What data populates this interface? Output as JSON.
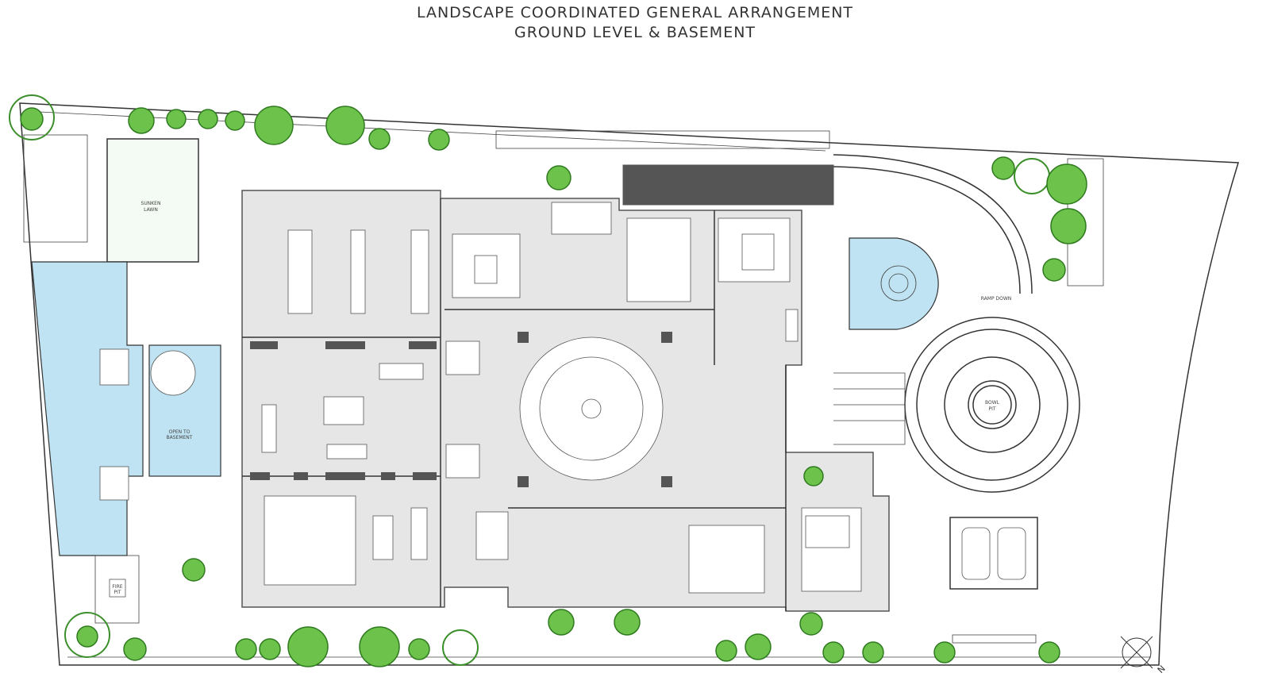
{
  "title": {
    "line1": "LANDSCAPE COORDINATED GENERAL ARRANGEMENT",
    "line2": "GROUND LEVEL & BASEMENT"
  },
  "labels": {
    "sunken_lawn": [
      "SUNKEN",
      "LAWN"
    ],
    "open_to_basement": [
      "OPEN TO",
      "BASEMENT"
    ],
    "fire_pit": [
      "FIRE",
      "PIT"
    ],
    "ramp_down": "RAMP DOWN",
    "bowl_pit": [
      "BOWL",
      "PIT"
    ],
    "north": "N"
  },
  "colors": {
    "water": "#bfe3f2",
    "floor": "#e6e6e6",
    "planting": "#6cc24a",
    "walls": "#555555"
  }
}
